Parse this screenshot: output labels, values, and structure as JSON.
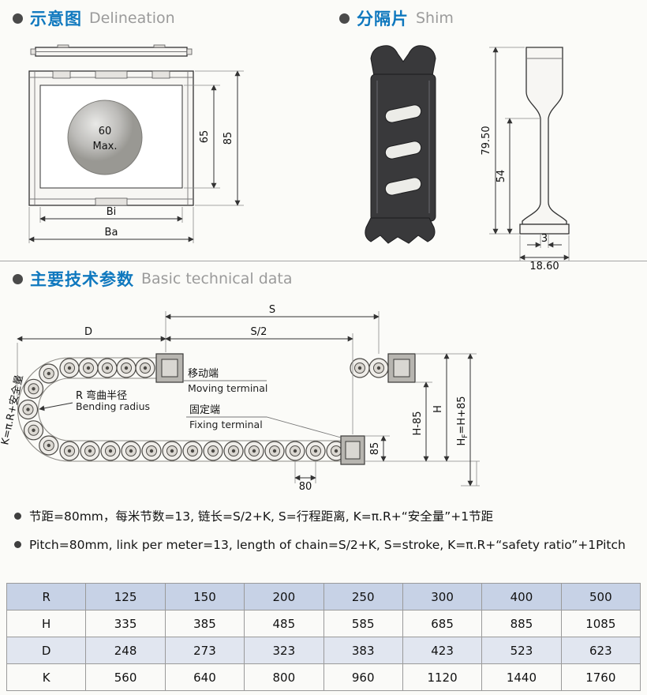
{
  "sections": {
    "delineation": {
      "zh": "示意图",
      "en": "Delineation"
    },
    "shim": {
      "zh": "分隔片",
      "en": "Shim"
    },
    "tech": {
      "zh": "主要技术参数",
      "en": "Basic technical data"
    }
  },
  "del": {
    "ball_value": "60",
    "ball_max": "Max.",
    "dim_inner_h": "65",
    "dim_outer_h": "85",
    "dim_inner_w": "Bi",
    "dim_outer_w": "Ba"
  },
  "shim": {
    "dim_height": "79.50",
    "dim_mid": "54",
    "dim_stem": "3",
    "dim_foot": "18.60"
  },
  "diagram": {
    "s": "S",
    "s_half": "S/2",
    "d": "D",
    "k_formula": "K=π.R+安全量",
    "bend_zh": "R 弯曲半径",
    "bend_en": "Bending radius",
    "moving_zh": "移动端",
    "moving_en": "Moving terminal",
    "fixed_zh": "固定端",
    "fixed_en": "Fixing terminal",
    "dim_85": "85",
    "dim_h85": "H-85",
    "dim_h": "H",
    "hf_h": "H",
    "hf_f": "F",
    "hf_rest": "=H+85",
    "pitch": "80"
  },
  "notes": {
    "zh": "节距=80mm，每米节数=13, 链长=S/2+K, S=行程距离, K=π.R+“安全量”+1节距",
    "en": "Pitch=80mm, link per meter=13, length of chain=S/2+K, S=stroke, K=π.R+“safety ratio”+1Pitch"
  },
  "table": {
    "rows": [
      {
        "cells": [
          "R",
          "125",
          "150",
          "200",
          "250",
          "300",
          "400",
          "500"
        ]
      },
      {
        "cells": [
          "H",
          "335",
          "385",
          "485",
          "585",
          "685",
          "885",
          "1085"
        ]
      },
      {
        "cells": [
          "D",
          "248",
          "273",
          "323",
          "383",
          "423",
          "523",
          "623"
        ]
      },
      {
        "cells": [
          "K",
          "560",
          "640",
          "800",
          "960",
          "1120",
          "1440",
          "1760"
        ]
      }
    ]
  }
}
